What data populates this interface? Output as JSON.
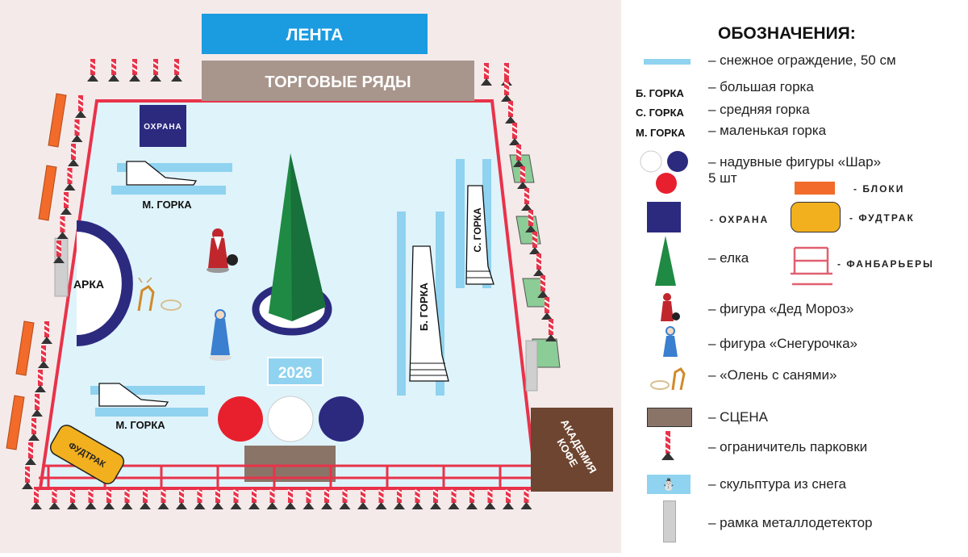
{
  "map": {
    "lenta": "ЛЕНТА",
    "trade_rows": "ТОРГОВЫЕ РЯДЫ",
    "security": "ОХРАНА",
    "small_slide_1": "М. ГОРКА",
    "small_slide_2": "М. ГОРКА",
    "big_slide": "Б. ГОРКА",
    "medium_slide": "С. ГОРКА",
    "arch": "АРКА",
    "year_sculpture": "2026",
    "foodtruck": "ФУДТРАК",
    "coffee_line1": "АКАДЕМИЯ",
    "coffee_line2": "КОФЕ",
    "colors": {
      "rink": "#dff3fb",
      "border": "#e8334a",
      "navy": "#2c2a7f",
      "tree": "#1f8a43",
      "snow_fence": "#8fd3f0",
      "block": "#f26b2a",
      "foodtruck": "#f2b01e",
      "stage": "#8a7468",
      "coffee": "#6e4530"
    }
  },
  "legend": {
    "title": "ОБОЗНАЧЕНИЯ:",
    "snow_fence": "– снежное ограждение, 50 см",
    "big_abbr": "Б. ГОРКА",
    "big": "– большая горка",
    "medium_abbr": "С. ГОРКА",
    "medium": "– средняя горка",
    "small_abbr": "М. ГОРКА",
    "small": "– маленькая горка",
    "balloons": "– надувные фигуры «Шар»",
    "balloons_count": "5 шт",
    "blocks": "- БЛОКИ",
    "security": "- ОХРАНА",
    "foodtruck": "- ФУДТРАК",
    "tree": "– елка",
    "barriers": "- ФАНБАРЬЕРЫ",
    "ded_moroz": "– фигура «Дед Мороз»",
    "snegurochka": "– фигура «Снегурочка»",
    "deer": "– «Олень с санями»",
    "stage": "– СЦЕНА",
    "parking": "– ограничитель парковки",
    "snow_sculpture": "– скульптура из снега",
    "metal_detector": "– рамка металлодетектор"
  }
}
